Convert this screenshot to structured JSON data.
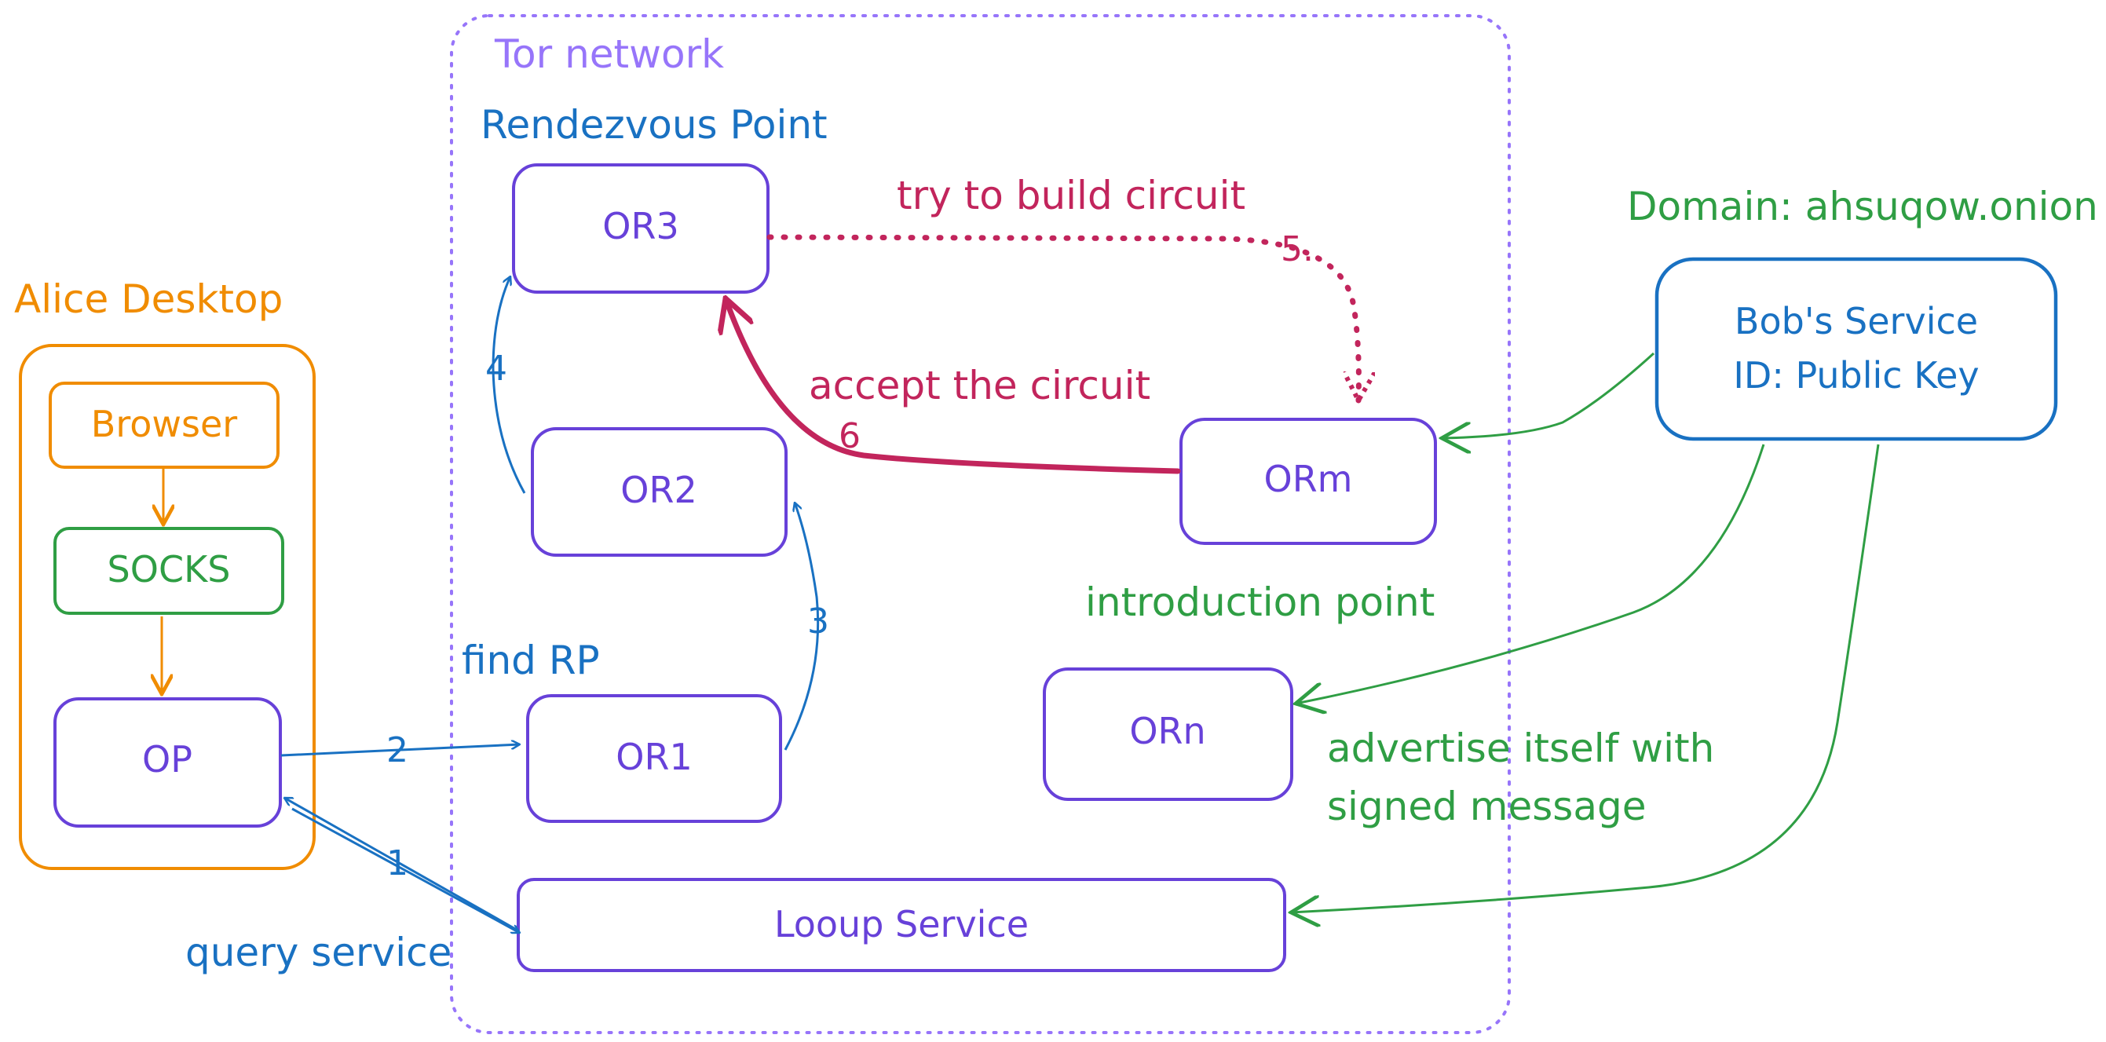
{
  "regions": {
    "tor_network": "Tor network",
    "alice_desktop": "Alice Desktop"
  },
  "nodes": {
    "browser": "Browser",
    "socks": "SOCKS",
    "op": "OP",
    "or1": "OR1",
    "or2": "OR2",
    "or3": "OR3",
    "orm": "ORm",
    "orn": "ORn",
    "lookup": "Looup Service",
    "bob_line1": "Bob's Service",
    "bob_line2": "ID: Public Key"
  },
  "labels": {
    "rendezvous_point": "Rendezvous Point",
    "find_rp": "find RP",
    "query_service": "query service",
    "introduction_point": "introduction point",
    "domain": "Domain: ahsuqow.onion",
    "try_build": "try to build circuit",
    "accept_circuit": "accept the circuit",
    "advertise_line1": "advertise itself with",
    "advertise_line2": "signed message"
  },
  "steps": {
    "s1": "1",
    "s2": "2",
    "s3": "3",
    "s4": "4",
    "s5": "5.",
    "s6": "6"
  },
  "colors": {
    "orange": "#f08c00",
    "green": "#2f9e44",
    "purple": "#6741d9",
    "blue": "#1971c2",
    "crimson": "#c2255c",
    "lavender": "#9775fa"
  }
}
